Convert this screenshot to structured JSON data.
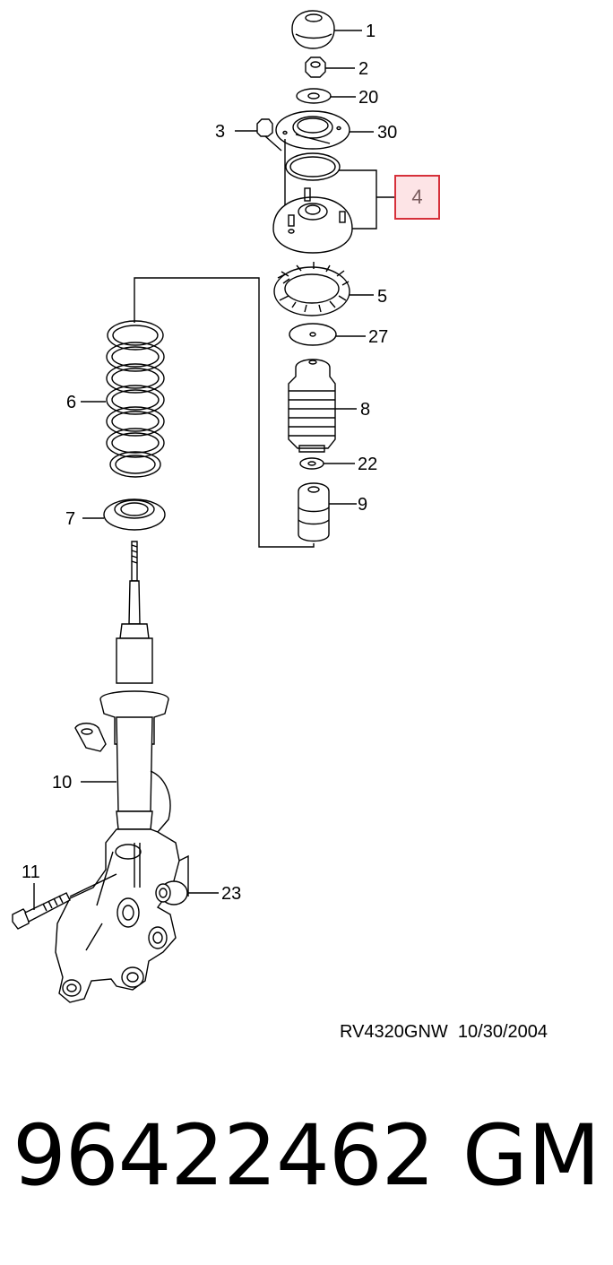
{
  "callouts": {
    "c1": "1",
    "c2": "2",
    "c20": "20",
    "c3": "3",
    "c30": "30",
    "c4": "4",
    "c5": "5",
    "c27": "27",
    "c6": "6",
    "c8": "8",
    "c22": "22",
    "c7": "7",
    "c9": "9",
    "c10": "10",
    "c11": "11",
    "c23": "23"
  },
  "footer": {
    "code": "RV4320GNW  10/30/2004",
    "part_number": "96422462",
    "brand": "GM"
  },
  "highlight_color": "#d6303a"
}
